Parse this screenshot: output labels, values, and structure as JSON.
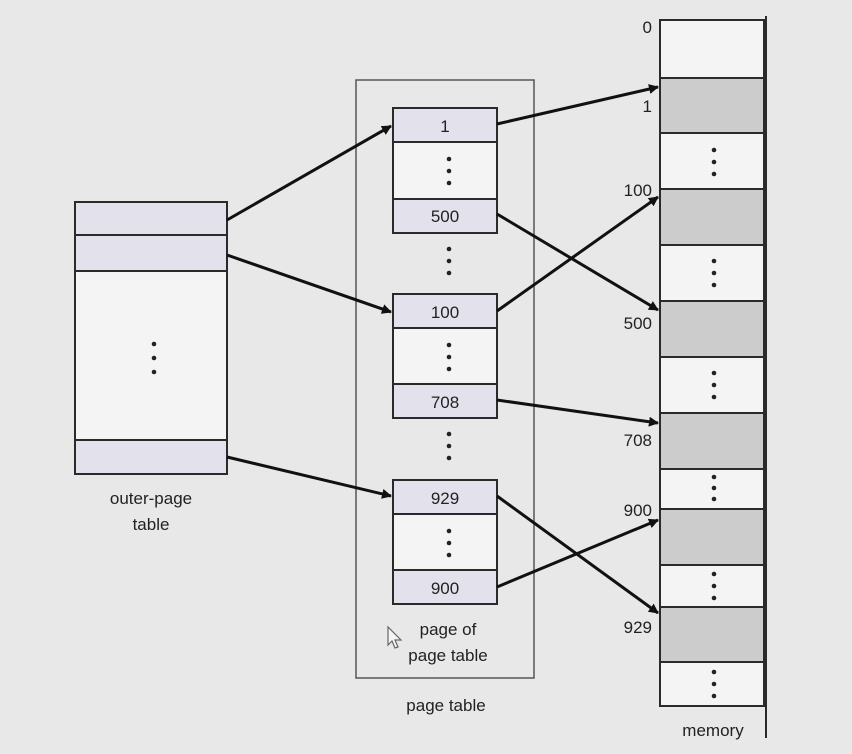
{
  "labels": {
    "outer_page_table": [
      "outer-page",
      "table"
    ],
    "page_of_page_table": [
      "page of",
      "page table"
    ],
    "page_table": "page table",
    "memory": "memory"
  },
  "page_table_entries": [
    "1",
    "500",
    "100",
    "708",
    "929",
    "900"
  ],
  "memory_addresses": [
    "0",
    "1",
    "100",
    "500",
    "708",
    "900",
    "929"
  ],
  "colors": {
    "cell_fill": "#e3e1ec",
    "memory_filled": "#cccccc",
    "memory_empty": "#f4f4f4",
    "line": "#111111"
  }
}
